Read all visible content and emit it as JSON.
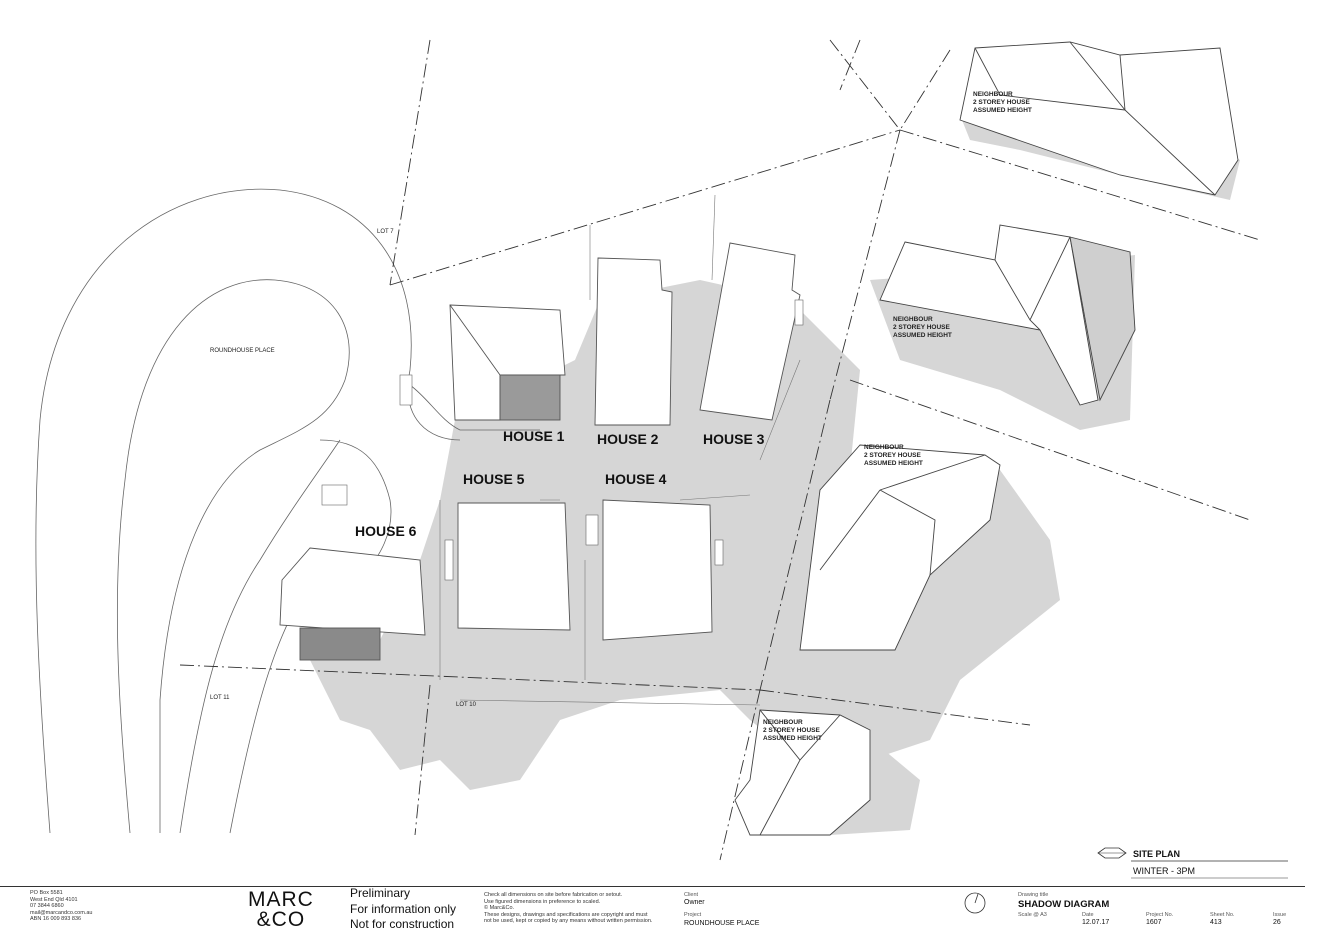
{
  "plan": {
    "street_label": "ROUNDHOUSE PLACE",
    "lot_labels": {
      "lot7": "LOT 7",
      "lot11": "LOT 11",
      "lot10": "LOT 10"
    },
    "houses": [
      "HOUSE 1",
      "HOUSE 2",
      "HOUSE 3",
      "HOUSE 4",
      "HOUSE 5",
      "HOUSE 6"
    ],
    "neighbours": [
      [
        "NEIGHBOUR",
        "2 STOREY HOUSE",
        "ASSUMED HEIGHT"
      ],
      [
        "NEIGHBOUR",
        "2 STOREY HOUSE",
        "ASSUMED HEIGHT"
      ],
      [
        "NEIGHBOUR",
        "2 STOREY HOUSE",
        "ASSUMED HEIGHT"
      ],
      [
        "NEIGHBOUR",
        "2 STOREY HOUSE",
        "ASSUMED HEIGHT"
      ]
    ],
    "colors": {
      "shadow": "#d6d6d6",
      "roof": "#ffffff",
      "line": "#555555"
    }
  },
  "legend": {
    "title": "SITE PLAN",
    "subtitle": "WINTER - 3PM"
  },
  "titleblock": {
    "address": [
      "PO Box 5581",
      "West End Qld 4101",
      "07 3844 6860",
      "mail@marcandco.com.au",
      "ABN 16 009 893 836"
    ],
    "logo": [
      "MARC",
      "&CO"
    ],
    "preliminary": [
      "Preliminary",
      "For information only",
      "Not for construction"
    ],
    "disclaimer": [
      "Check all dimensions on site before fabrication or setout.",
      "Use figured dimensions in preference to scaled.",
      "© Marc&Co.",
      "These designs, drawings and specifications are copyright and must",
      "not be used, kept or copied by any means without written permission."
    ],
    "client_label": "Client",
    "client_value": "Owner",
    "project_label": "Project",
    "project_value": "ROUNDHOUSE PLACE",
    "drawing_title_label": "Drawing title",
    "drawing_title": "SHADOW DIAGRAM",
    "scale": "Scale @ A3",
    "date_label": "Date",
    "date_value": "12.07.17",
    "project_no_label": "Project No.",
    "project_no_value": "1607",
    "sheet_no_label": "Sheet No.",
    "sheet_no_value": "413",
    "issue_label": "Issue",
    "issue_value": "26"
  }
}
